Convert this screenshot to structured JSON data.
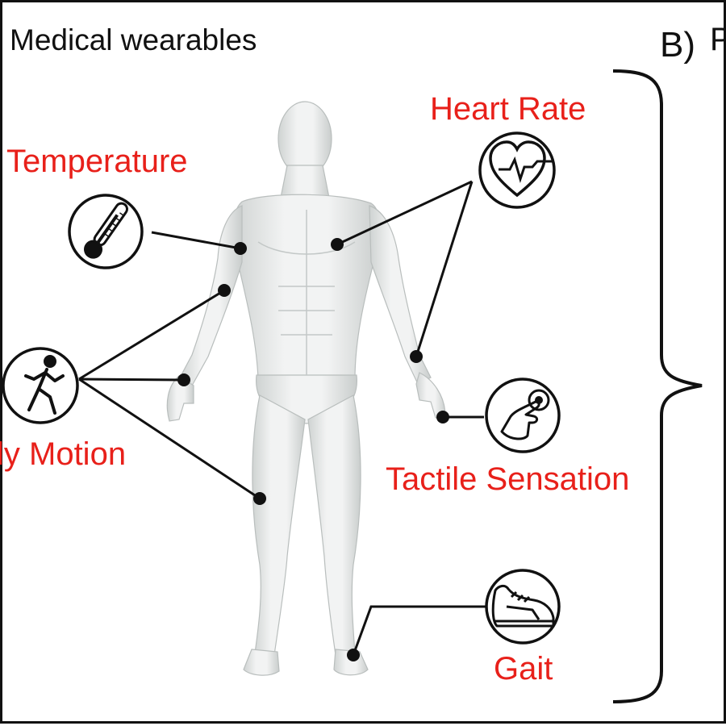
{
  "header": {
    "title": "Medical wearables",
    "panel_b_label": "B)",
    "panel_b_cut_text": "P"
  },
  "labels": {
    "heart_rate": "Heart Rate",
    "temperature": "Temperature",
    "body_motion": "ly Motion",
    "tactile_sensation": "Tactile Sensation",
    "gait": "Gait"
  },
  "icons": {
    "heart_rate": "heart-pulse-icon",
    "temperature": "thermometer-icon",
    "body_motion": "runner-icon",
    "tactile_sensation": "finger-touch-icon",
    "gait": "sneaker-icon"
  },
  "colors": {
    "label": "#e8201a",
    "line": "#111111",
    "body": "#e9ebea"
  }
}
